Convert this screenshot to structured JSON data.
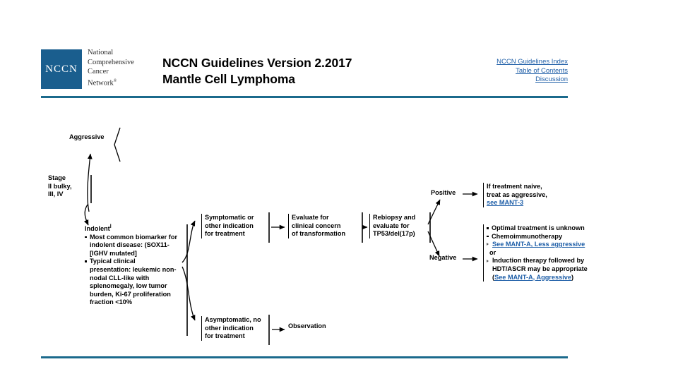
{
  "header": {
    "logo_mark": "NCCN",
    "logo_words": [
      "National",
      "Comprehensive",
      "Cancer",
      "Network"
    ],
    "logo_words_mark": "®",
    "title_line1": "NCCN Guidelines Version 2.2017",
    "title_line2": "Mantle Cell Lymphoma",
    "links": [
      {
        "label": "NCCN Guidelines Index",
        "name": "link-guidelines-index"
      },
      {
        "label": "Table of Contents",
        "name": "link-table-of-contents"
      },
      {
        "label": "Discussion",
        "name": "link-discussion"
      }
    ],
    "rule_color": "#1b6a8c",
    "logo_color": "#1a5e8e",
    "link_color": "#1f5fa8"
  },
  "diagram": {
    "aggressive": {
      "label": "Aggressive"
    },
    "stage": {
      "line1": "Stage",
      "line2": "II bulky,",
      "line3": "III, IV"
    },
    "indolent": {
      "heading": "Indolent",
      "heading_sup": "l",
      "bullets": [
        "Most common biomarker for indolent disease: (SOX11- [IGHV mutated]",
        "Typical clinical presentation: leukemic non-nodal CLL-like with splenomegaly, low tumor burden, Ki-67 proliferation fraction <10%"
      ]
    },
    "symptomatic": {
      "line1": "Symptomatic or",
      "line2": "other indication",
      "line3": "for treatment"
    },
    "asymptomatic": {
      "line1": "Asymptomatic, no",
      "line2": "other indication",
      "line3": "for treatment"
    },
    "evaluate": {
      "line1": "Evaluate for",
      "line2": "clinical concern",
      "line3": "of transformation"
    },
    "rebiopsy": {
      "line1": "Rebiopsy and",
      "line2": "evaluate for",
      "line3": "TP53/del(17p)"
    },
    "positive_label": "Positive",
    "negative_label": "Negative",
    "observation_label": "Observation",
    "treatment_naive": {
      "line1": "If treatment naive,",
      "line2": "treat as aggressive,",
      "link": "see MANT-3"
    },
    "optimal": {
      "bullet1": "Optimal treatment is unknown",
      "bullet2": "Chemoimmunotherapy",
      "sub1_link": "See MANT-A, Less aggressive",
      "or_text": "or",
      "sub2_line1": "Induction therapy followed by",
      "sub2_line2": "HDT/ASCR may be appropriate",
      "sub2_paren_open": "(",
      "sub2_link": "See MANT-A, Aggressive",
      "sub2_paren_close": ")"
    }
  }
}
